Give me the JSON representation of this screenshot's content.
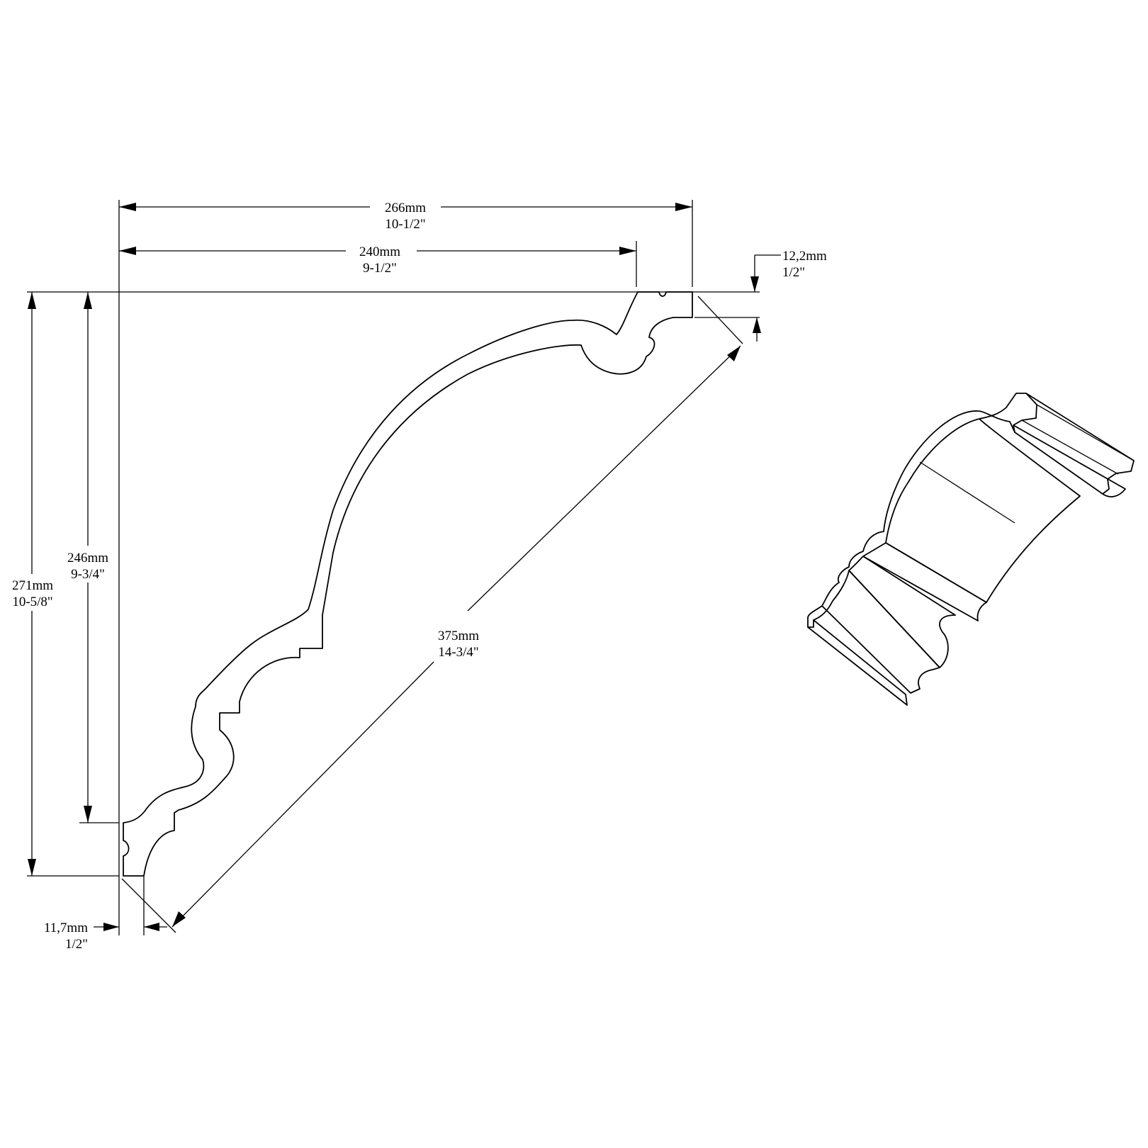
{
  "drawing": {
    "dimensions": {
      "overall_width": {
        "mm": "266mm",
        "inch": "10-1/2\""
      },
      "projection": {
        "mm": "240mm",
        "inch": "9-1/2\""
      },
      "top_thickness": {
        "mm": "12,2mm",
        "inch": "1/2\""
      },
      "overall_height": {
        "mm": "271mm",
        "inch": "10-5/8\""
      },
      "drop": {
        "mm": "246mm",
        "inch": "9-3/4\""
      },
      "face_length": {
        "mm": "375mm",
        "inch": "14-3/4\""
      },
      "bottom_thickness": {
        "mm": "11,7mm",
        "inch": "1/2\""
      }
    },
    "colors": {
      "line": "#000000",
      "background": "#ffffff"
    }
  }
}
